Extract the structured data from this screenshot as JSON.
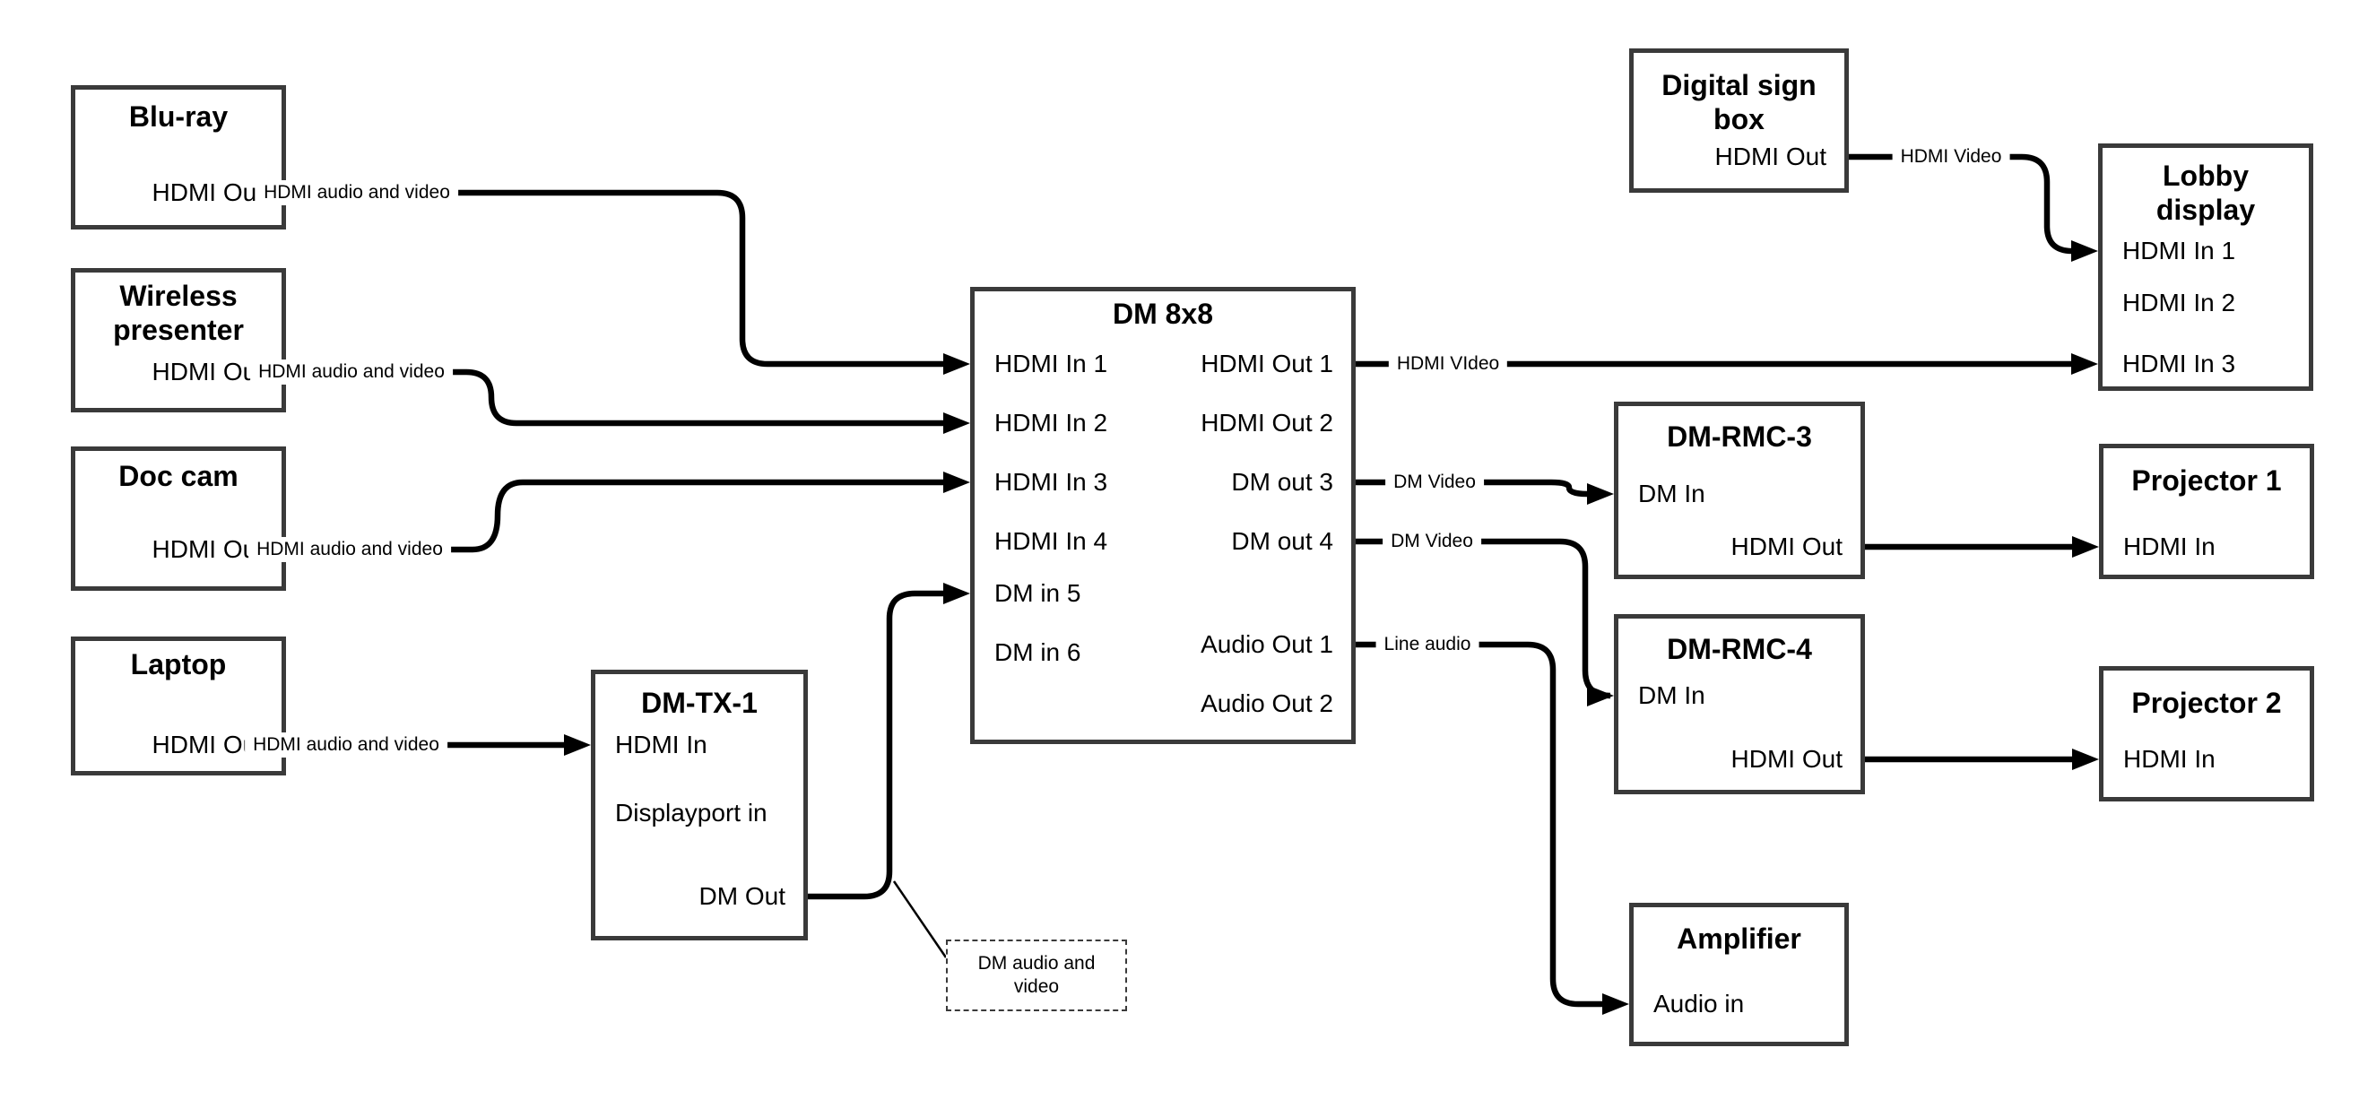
{
  "page": {
    "background_color": "#ffffff",
    "box_border_color": "#3a3a3a",
    "line_color": "#000000",
    "text_color": "#000000"
  },
  "diagram": {
    "nodes": [
      {
        "id": "blu-ray",
        "title_lines": [
          "Blu-ray"
        ],
        "ports": [
          {
            "id": "hdmi-out",
            "label": "HDMI Out",
            "side": "right"
          }
        ]
      },
      {
        "id": "wireless-presenter",
        "title_lines": [
          "Wireless",
          "presenter"
        ],
        "ports": [
          {
            "id": "hdmi-out",
            "label": "HDMI Out",
            "side": "right"
          }
        ]
      },
      {
        "id": "doc-cam",
        "title_lines": [
          "Doc cam"
        ],
        "ports": [
          {
            "id": "hdmi-out",
            "label": "HDMI Out",
            "side": "right"
          }
        ]
      },
      {
        "id": "laptop",
        "title_lines": [
          "Laptop"
        ],
        "ports": [
          {
            "id": "hdmi-out",
            "label": "HDMI Out",
            "side": "right"
          }
        ]
      },
      {
        "id": "dm-tx-1",
        "title_lines": [
          "DM-TX-1"
        ],
        "ports": [
          {
            "id": "hdmi-in",
            "label": "HDMI In",
            "side": "left"
          },
          {
            "id": "displayport-in",
            "label": "Displayport in",
            "side": "left"
          },
          {
            "id": "dm-out",
            "label": "DM Out",
            "side": "right"
          }
        ]
      },
      {
        "id": "dm-8x8",
        "title_lines": [
          "DM 8x8"
        ],
        "ports": [
          {
            "id": "hdmi-in-1",
            "label": "HDMI In 1",
            "side": "left"
          },
          {
            "id": "hdmi-in-2",
            "label": "HDMI In 2",
            "side": "left"
          },
          {
            "id": "hdmi-in-3",
            "label": "HDMI In 3",
            "side": "left"
          },
          {
            "id": "hdmi-in-4",
            "label": "HDMI In 4",
            "side": "left"
          },
          {
            "id": "dm-in-5",
            "label": "DM in 5",
            "side": "left"
          },
          {
            "id": "dm-in-6",
            "label": "DM in 6",
            "side": "left"
          },
          {
            "id": "hdmi-out-1",
            "label": "HDMI Out 1",
            "side": "right"
          },
          {
            "id": "hdmi-out-2",
            "label": "HDMI Out 2",
            "side": "right"
          },
          {
            "id": "dm-out-3",
            "label": "DM out 3",
            "side": "right"
          },
          {
            "id": "dm-out-4",
            "label": "DM out 4",
            "side": "right"
          },
          {
            "id": "audio-out-1",
            "label": "Audio Out 1",
            "side": "right"
          },
          {
            "id": "audio-out-2",
            "label": "Audio Out 2",
            "side": "right"
          }
        ]
      },
      {
        "id": "digital-sign-box",
        "title_lines": [
          "Digital sign",
          "box"
        ],
        "ports": [
          {
            "id": "hdmi-out",
            "label": "HDMI Out",
            "side": "right"
          }
        ]
      },
      {
        "id": "lobby-display",
        "title_lines": [
          "Lobby",
          "display"
        ],
        "ports": [
          {
            "id": "hdmi-in-1",
            "label": "HDMI In 1",
            "side": "left"
          },
          {
            "id": "hdmi-in-2",
            "label": "HDMI In 2",
            "side": "left"
          },
          {
            "id": "hdmi-in-3",
            "label": "HDMI In 3",
            "side": "left"
          }
        ]
      },
      {
        "id": "dm-rmc-3",
        "title_lines": [
          "DM-RMC-3"
        ],
        "ports": [
          {
            "id": "dm-in",
            "label": "DM In",
            "side": "left"
          },
          {
            "id": "hdmi-out",
            "label": "HDMI Out",
            "side": "right"
          }
        ]
      },
      {
        "id": "projector-1",
        "title_lines": [
          "Projector 1"
        ],
        "ports": [
          {
            "id": "hdmi-in",
            "label": "HDMI In",
            "side": "left"
          }
        ]
      },
      {
        "id": "dm-rmc-4",
        "title_lines": [
          "DM-RMC-4"
        ],
        "ports": [
          {
            "id": "dm-in",
            "label": "DM In",
            "side": "left"
          },
          {
            "id": "hdmi-out",
            "label": "HDMI Out",
            "side": "right"
          }
        ]
      },
      {
        "id": "projector-2",
        "title_lines": [
          "Projector 2"
        ],
        "ports": [
          {
            "id": "hdmi-in",
            "label": "HDMI In",
            "side": "left"
          }
        ]
      },
      {
        "id": "amplifier",
        "title_lines": [
          "Amplifier"
        ],
        "ports": [
          {
            "id": "audio-in",
            "label": "Audio in",
            "side": "left"
          }
        ]
      }
    ],
    "edges": [
      {
        "id": "blu-ray-to-dm8x8-in1",
        "from": "Blu-ray HDMI Out",
        "to": "DM 8x8 HDMI In 1",
        "label": "HDMI audio and video"
      },
      {
        "id": "wireless-to-dm8x8-in2",
        "from": "Wireless presenter HDMI Out",
        "to": "DM 8x8 HDMI In 2",
        "label": "HDMI audio and video"
      },
      {
        "id": "doc-cam-to-dm8x8-in3",
        "from": "Doc cam HDMI Out",
        "to": "DM 8x8 HDMI In 3",
        "label": "HDMI audio and video"
      },
      {
        "id": "laptop-to-dmtx1",
        "from": "Laptop HDMI Out",
        "to": "DM-TX-1 HDMI In",
        "label": "HDMI audio and video"
      },
      {
        "id": "dmtx1-to-dm8x8-in5",
        "from": "DM-TX-1 DM Out",
        "to": "DM 8x8 DM in 5",
        "label": ""
      },
      {
        "id": "dm8x8-out1-to-lobby-in3",
        "from": "DM 8x8 HDMI Out 1",
        "to": "Lobby display HDMI In 3",
        "label": "HDMI VIdeo"
      },
      {
        "id": "digital-sign-to-lobby-in1",
        "from": "Digital sign box HDMI Out",
        "to": "Lobby display HDMI In 1",
        "label": "HDMI Video"
      },
      {
        "id": "dm8x8-out3-to-rmc3",
        "from": "DM 8x8 DM out 3",
        "to": "DM-RMC-3 DM In",
        "label": "DM Video"
      },
      {
        "id": "dm8x8-out4-to-rmc4",
        "from": "DM 8x8 DM out 4",
        "to": "DM-RMC-4 DM In",
        "label": "DM Video"
      },
      {
        "id": "dm8x8-audio1-to-amplifier",
        "from": "DM 8x8 Audio Out 1",
        "to": "Amplifier Audio in",
        "label": "Line audio"
      },
      {
        "id": "rmc3-to-projector1",
        "from": "DM-RMC-3 HDMI Out",
        "to": "Projector 1 HDMI In",
        "label": ""
      },
      {
        "id": "rmc4-to-projector2",
        "from": "DM-RMC-4 HDMI Out",
        "to": "Projector 2 HDMI In",
        "label": ""
      },
      {
        "id": "note-callout",
        "from": "DM-TX-1 DM Out cable",
        "to": "DM audio and video note",
        "label": ""
      }
    ],
    "note": {
      "id": "dm-note",
      "text": "DM audio and video"
    }
  }
}
